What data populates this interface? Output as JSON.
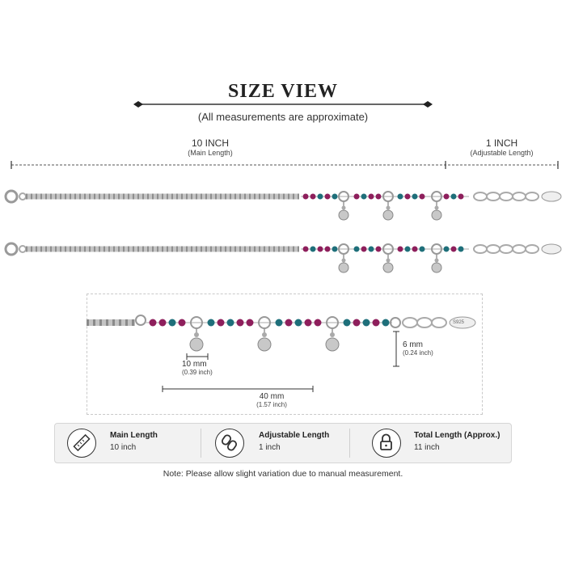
{
  "header": {
    "title": "SIZE VIEW",
    "subtitle": "(All measurements are approximate)"
  },
  "lengths": {
    "main_value": "10 INCH",
    "main_label": "(Main Length)",
    "adjust_value": "1 INCH",
    "adjust_label": "(Adjustable Length)"
  },
  "detail": {
    "bell_width": "10 mm",
    "bell_width_in": "(0.39 inch)",
    "bead_span": "40 mm",
    "bead_span_in": "(1.57 inch)",
    "bell_height": "6 mm",
    "bell_height_in": "(0.24 inch)",
    "tag_text": "S925"
  },
  "info": {
    "main_label": "Main Length",
    "main_value": "10 inch",
    "adjust_label": "Adjustable Length",
    "adjust_value": "1 inch",
    "total_label": "Total Length (Approx.)",
    "total_value": "11 inch"
  },
  "note": "Note: Please allow slight variation due to manual measurement.",
  "colors": {
    "silver": "#b8b8b8",
    "bead_magenta": "#8e1f5c",
    "bead_teal": "#1e6f7a"
  },
  "icons": {
    "main": "ruler-icon",
    "adjust": "chain-link-icon",
    "total": "lock-icon"
  }
}
